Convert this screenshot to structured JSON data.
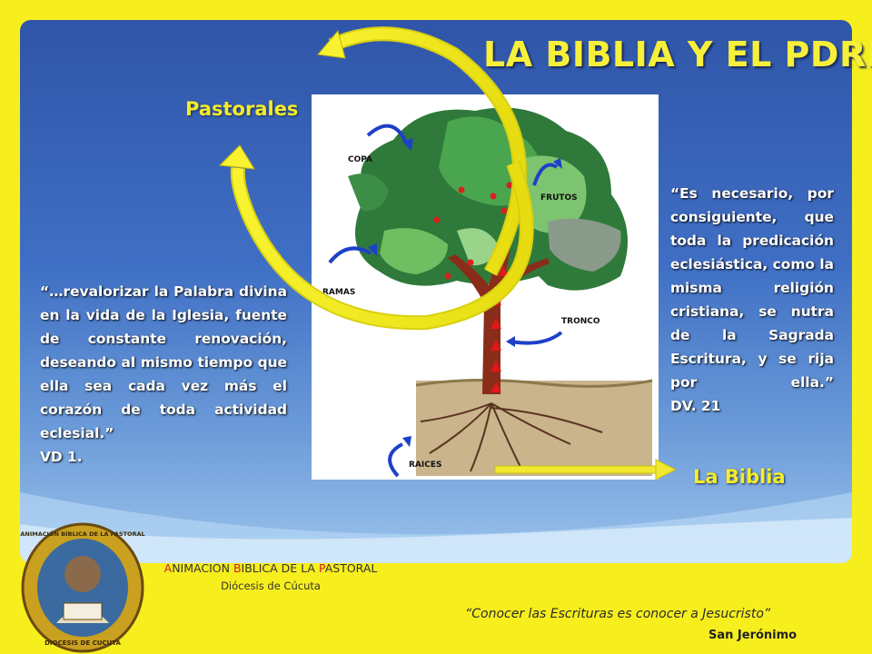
{
  "title": "LA BIBLIA Y EL PDRE",
  "labels": {
    "pastorales": "Pastorales",
    "biblia": "La Biblia"
  },
  "quote_left": {
    "text": "“…revalorizar la Palabra divina en la vida de la Iglesia, fuente de constante renovación, deseando al mismo tiempo que ella sea cada vez más el corazón de toda actividad eclesial.”",
    "ref": "VD 1."
  },
  "quote_right": {
    "text": "“Es necesario, por consiguiente, que toda la predicación eclesiástica, como la misma religión cristiana, se nutra de la Sagrada Escritura, y se rija por ella.”",
    "ref": "DV. 21"
  },
  "tree_labels": {
    "copa": "COPA",
    "frutos": "FRUTOS",
    "ramas": "RAMAS",
    "tronco": "TRONCO",
    "raices": "RAICES"
  },
  "logo": {
    "top_text": "ANIMACIÓN BÍBLICA DE LA PASTORAL",
    "bottom_text": "DIOCESIS DE CUCUTA"
  },
  "footer": {
    "org": {
      "a": "A",
      "nimacion": "NIMACION ",
      "b": "B",
      "iblica": "IBLICA DE LA ",
      "p": "P",
      "astoral": "ASTORAL"
    },
    "diocesis": "Diócesis de Cúcuta",
    "quote": "“Conocer las Escrituras es conocer a Jesucristo”",
    "saint": "San Jerónimo"
  },
  "colors": {
    "background": "#f7ee1e",
    "title": "#f7f03a",
    "slide_top": "#2f55a8",
    "accent_red": "#d0202a"
  }
}
